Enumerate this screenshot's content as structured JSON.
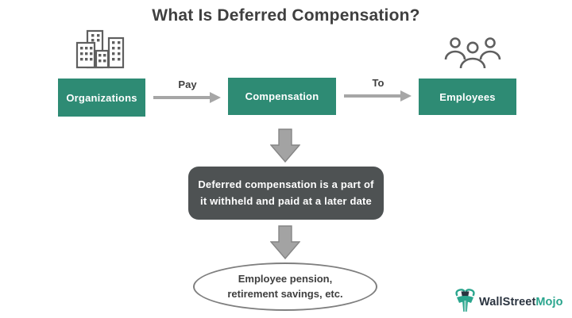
{
  "title": "What Is Deferred Compensation?",
  "flow": {
    "nodes": [
      {
        "label": "Organizations"
      },
      {
        "label": "Compensation"
      },
      {
        "label": "Employees"
      }
    ],
    "arrows": [
      {
        "label": "Pay"
      },
      {
        "label": "To"
      }
    ]
  },
  "icons": {
    "organizations": "buildings-icon",
    "employees": "people-group-icon"
  },
  "callout": {
    "text": "Deferred compensation is a part of it withheld and paid at a later date"
  },
  "result": {
    "text": "Employee pension, retirement savings, etc."
  },
  "logo": {
    "brand_primary": "WallStreet",
    "brand_secondary": "Mojo"
  },
  "colors": {
    "node_green": "#2E8B74",
    "callout_dark": "#4E5253",
    "arrow_gray": "#A6A6A6",
    "text_dark": "#3F3F3F",
    "logo_dark": "#2B3440",
    "logo_teal": "#2AA58D"
  }
}
